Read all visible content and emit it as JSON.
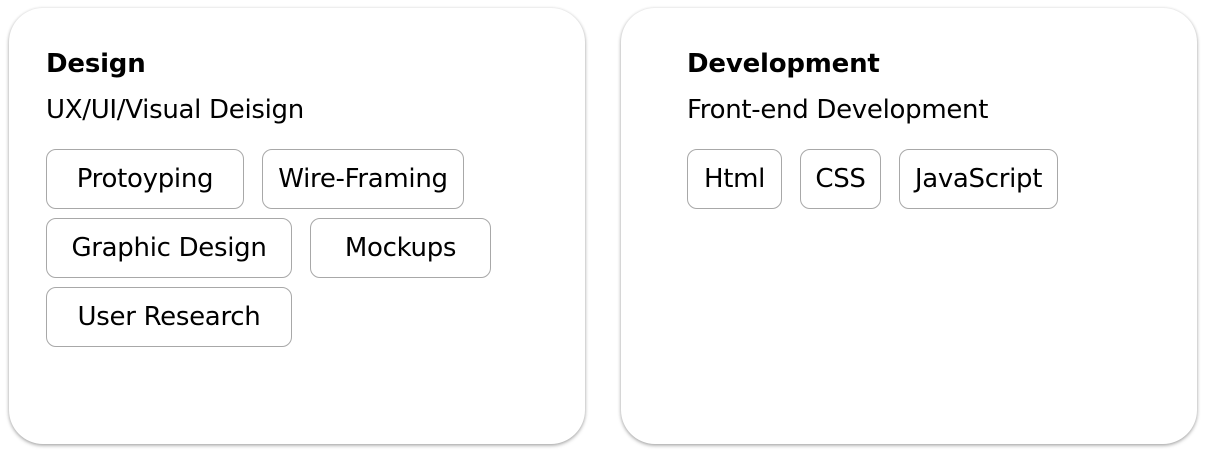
{
  "cards": [
    {
      "title": "Design",
      "subtitle": "UX/UI/Visual Deisign",
      "tags": [
        "Protoyping",
        "Wire-Framing",
        "Graphic Design",
        "Mockups",
        "User Research"
      ]
    },
    {
      "title": "Development",
      "subtitle": "Front-end Development",
      "tags": [
        "Html",
        "CSS",
        "JavaScript"
      ]
    }
  ],
  "colors": {
    "background": "#ffffff",
    "text": "#000000",
    "tag_border": "#a8a8a8"
  }
}
